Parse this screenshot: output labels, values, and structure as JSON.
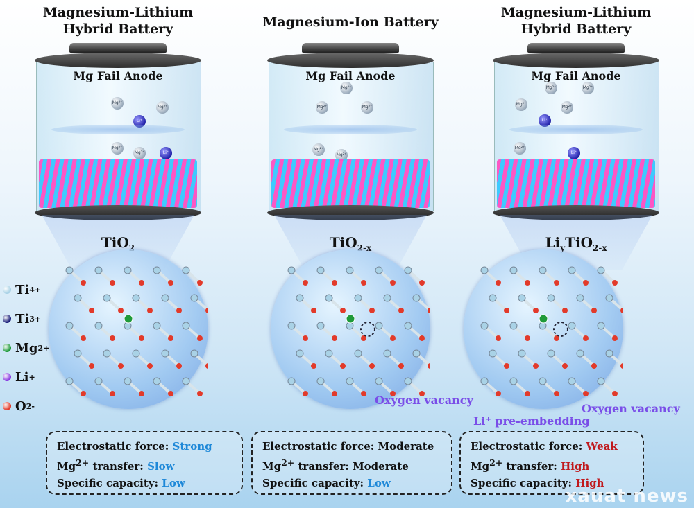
{
  "panels": [
    {
      "title_line1": "Magnesium-Lithium",
      "title_line2": "Hybrid Battery",
      "anode": "Mg Fail Anode",
      "formula_main": "TiO",
      "formula_sub": "2",
      "formula_prefix": "",
      "formula_prefix_sub": "",
      "box": {
        "l1_label": "Electrostatic force: ",
        "l1_value": "Strong",
        "l2_label_a": "Mg",
        "l2_sup": "2+",
        "l2_label_b": " transfer: ",
        "l2_value": "Slow",
        "l3_label": "Specific capacity: ",
        "l3_value": "Low"
      }
    },
    {
      "title_line1": "Magnesium-Ion Battery",
      "title_line2": "",
      "anode": "Mg Fail Anode",
      "formula_main": "TiO",
      "formula_sub": "2-x",
      "formula_prefix": "",
      "formula_prefix_sub": "",
      "annotation": "Oxygen vacancy",
      "box": {
        "l1_label": "Electrostatic force: ",
        "l1_value": "Moderate",
        "l2_label_a": "Mg",
        "l2_sup": "2+",
        "l2_label_b": " transfer: ",
        "l2_value": "Moderate",
        "l3_label": "Specific capacity: ",
        "l3_value": "Low"
      }
    },
    {
      "title_line1": "Magnesium-Lithium",
      "title_line2": "Hybrid Battery",
      "anode": "Mg Fail Anode",
      "formula_main": "TiO",
      "formula_sub": "2-x",
      "formula_prefix": "Li",
      "formula_prefix_sub": "y",
      "annotation": "Oxygen vacancy",
      "annotation2": "Li⁺ pre-embedding",
      "box": {
        "l1_label": "Electrostatic force: ",
        "l1_value": "Weak",
        "l2_label_a": "Mg",
        "l2_sup": "2+",
        "l2_label_b": " transfer: ",
        "l2_value": "High",
        "l3_label": "Specific capacity: ",
        "l3_value": "High"
      }
    }
  ],
  "ion_labels": {
    "mg": "Mg²⁺",
    "li": "Li⁺"
  },
  "legend": [
    {
      "label": "Ti",
      "sup": "4+",
      "color": "#a9d2e6"
    },
    {
      "label": "Ti",
      "sup": "3+",
      "color": "#1a1f7a"
    },
    {
      "label": "Mg",
      "sup": "2+",
      "color": "#1f9a3a"
    },
    {
      "label": "Li",
      "sup": "+",
      "color": "#8a3be0"
    },
    {
      "label": "O",
      "sup": "2-",
      "color": "#e23a2a"
    }
  ],
  "colors": {
    "blue": "#1e88d8",
    "red": "#c0181c",
    "annotation": "#7a4ee8"
  },
  "watermark": "xauat news"
}
